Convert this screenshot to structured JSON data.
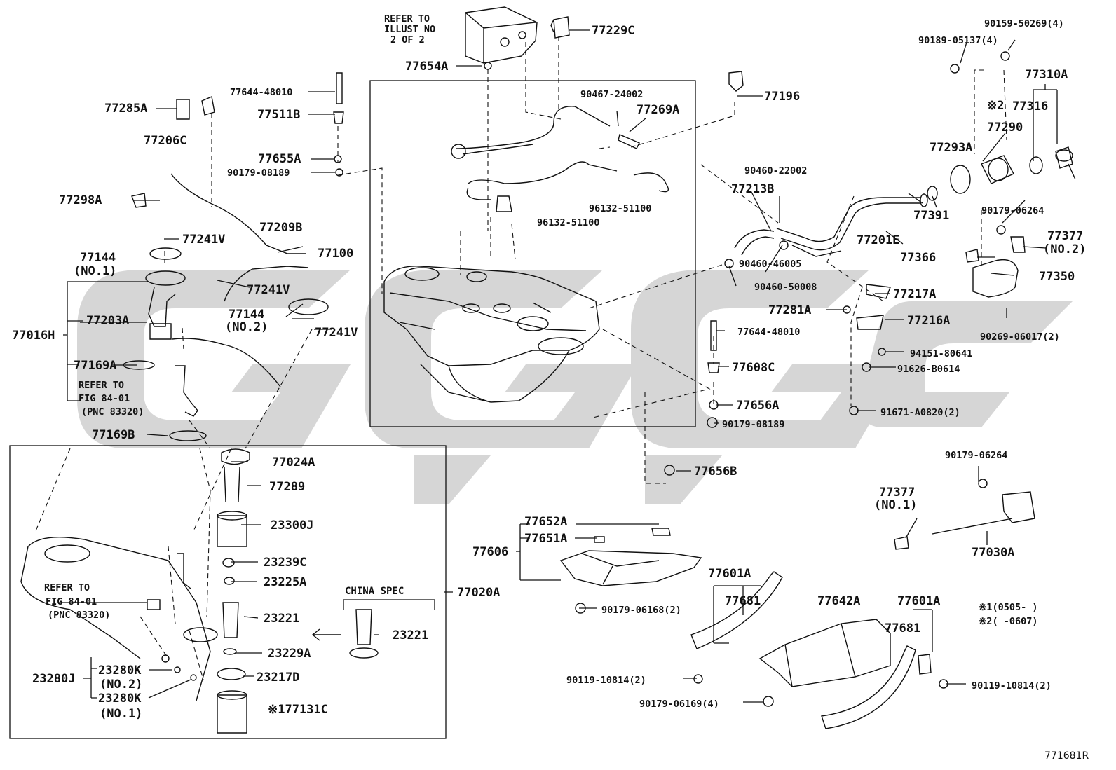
{
  "drawing_code": "771681R",
  "labels": {
    "p77285A": "77285A",
    "p77206C": "77206C",
    "p77298A": "77298A",
    "p77241V_1": "77241V",
    "p77209B": "77209B",
    "p77144_no1": "77144",
    "no1_a": "(NO.1)",
    "p77203A": "77203A",
    "p77016H": "77016H",
    "p77241V_2": "77241V",
    "p77144_no2": "77144",
    "no2_a": "(NO.2)",
    "p77241V_3": "77241V",
    "p77169A": "77169A",
    "p77169B": "77169B",
    "p77644_48010_top": "77644-48010",
    "p77511B": "77511B",
    "p77655A": "77655A",
    "p90179_08189_top": "90179-08189",
    "p77654A": "77654A",
    "p77229C": "77229C",
    "p90467_24002": "90467-24002",
    "p77269A": "77269A",
    "p96132_51100_a": "96132-51100",
    "p96132_51100_b": "96132-51100",
    "p77100": "77100",
    "p77196": "77196",
    "p90460_22002": "90460-22002",
    "p77213B": "77213B",
    "p90460_46005": "90460-46005",
    "p90460_50008": "90460-50008",
    "p77201E": "77201E",
    "p77391": "77391",
    "p90159_50269": "90159-50269(4)",
    "p90189_05137": "90189-05137(4)",
    "p77310A": "77310A",
    "star2": "※2",
    "p77316": "77316",
    "p77290": "77290",
    "p77293A": "77293A",
    "p90179_06264_a": "90179-06264",
    "p77377_no2": "77377",
    "no2_b": "(NO.2)",
    "p77366": "77366",
    "p77350": "77350",
    "p77217A": "77217A",
    "p77281A": "77281A",
    "p77216A": "77216A",
    "p90269_06017": "90269-06017(2)",
    "p94151_80641": "94151-80641",
    "p91626_B0614": "91626-B0614",
    "p91671_A0820": "91671-A0820(2)",
    "p77644_48010_mid": "77644-48010",
    "p77608C": "77608C",
    "p77656A": "77656A",
    "p90179_08189_mid": "90179-08189",
    "p77656B": "77656B",
    "p77024A": "77024A",
    "p77289": "77289",
    "p23300J": "23300J",
    "p23239C": "23239C",
    "p23225A": "23225A",
    "p23221_a": "23221",
    "p23229A": "23229A",
    "p23217D": "23217D",
    "p77131C": "※177131C",
    "p23221_b": "23221",
    "china_spec": "CHINA SPEC",
    "p77020A": "77020A",
    "p23280J": "23280J",
    "p23280K_no2": "23280K",
    "no2_c": "(NO.2)",
    "p23280K_no1": "23280K",
    "no1_b": "(NO.1)",
    "p77652A": "77652A",
    "p77651A": "77651A",
    "p77606": "77606",
    "p90179_06168": "90179-06168(2)",
    "p77601A_a": "77601A",
    "p77681_a": "77681",
    "p77642A": "77642A",
    "p77601A_b": "77601A",
    "p77681_b": "77681",
    "p90119_10814_a": "90119-10814(2)",
    "p90179_06169": "90179-06169(4)",
    "p90119_10814_b": "90119-10814(2)",
    "p90179_06264_b": "90179-06264",
    "p77377_no1": "77377",
    "no1_c": "(NO.1)",
    "p77030A": "77030A",
    "legend1": "※1(0505-    )",
    "legend2": "※2(    -0607)"
  },
  "notes": {
    "refer_illust_1": "REFER TO",
    "refer_illust_2": "ILLUST NO",
    "refer_illust_3": "2 OF 2",
    "refer_fig_a1": "REFER TO",
    "refer_fig_a2": "FIG 84-01",
    "refer_fig_a3": "(PNC 83320)",
    "refer_fig_b1": "REFER TO",
    "refer_fig_b2": "FIG 84-01",
    "refer_fig_b3": "(PNC 83320)"
  },
  "colors": {
    "line": "#111111",
    "watermark": "#c8c8c8",
    "background": "#ffffff"
  }
}
